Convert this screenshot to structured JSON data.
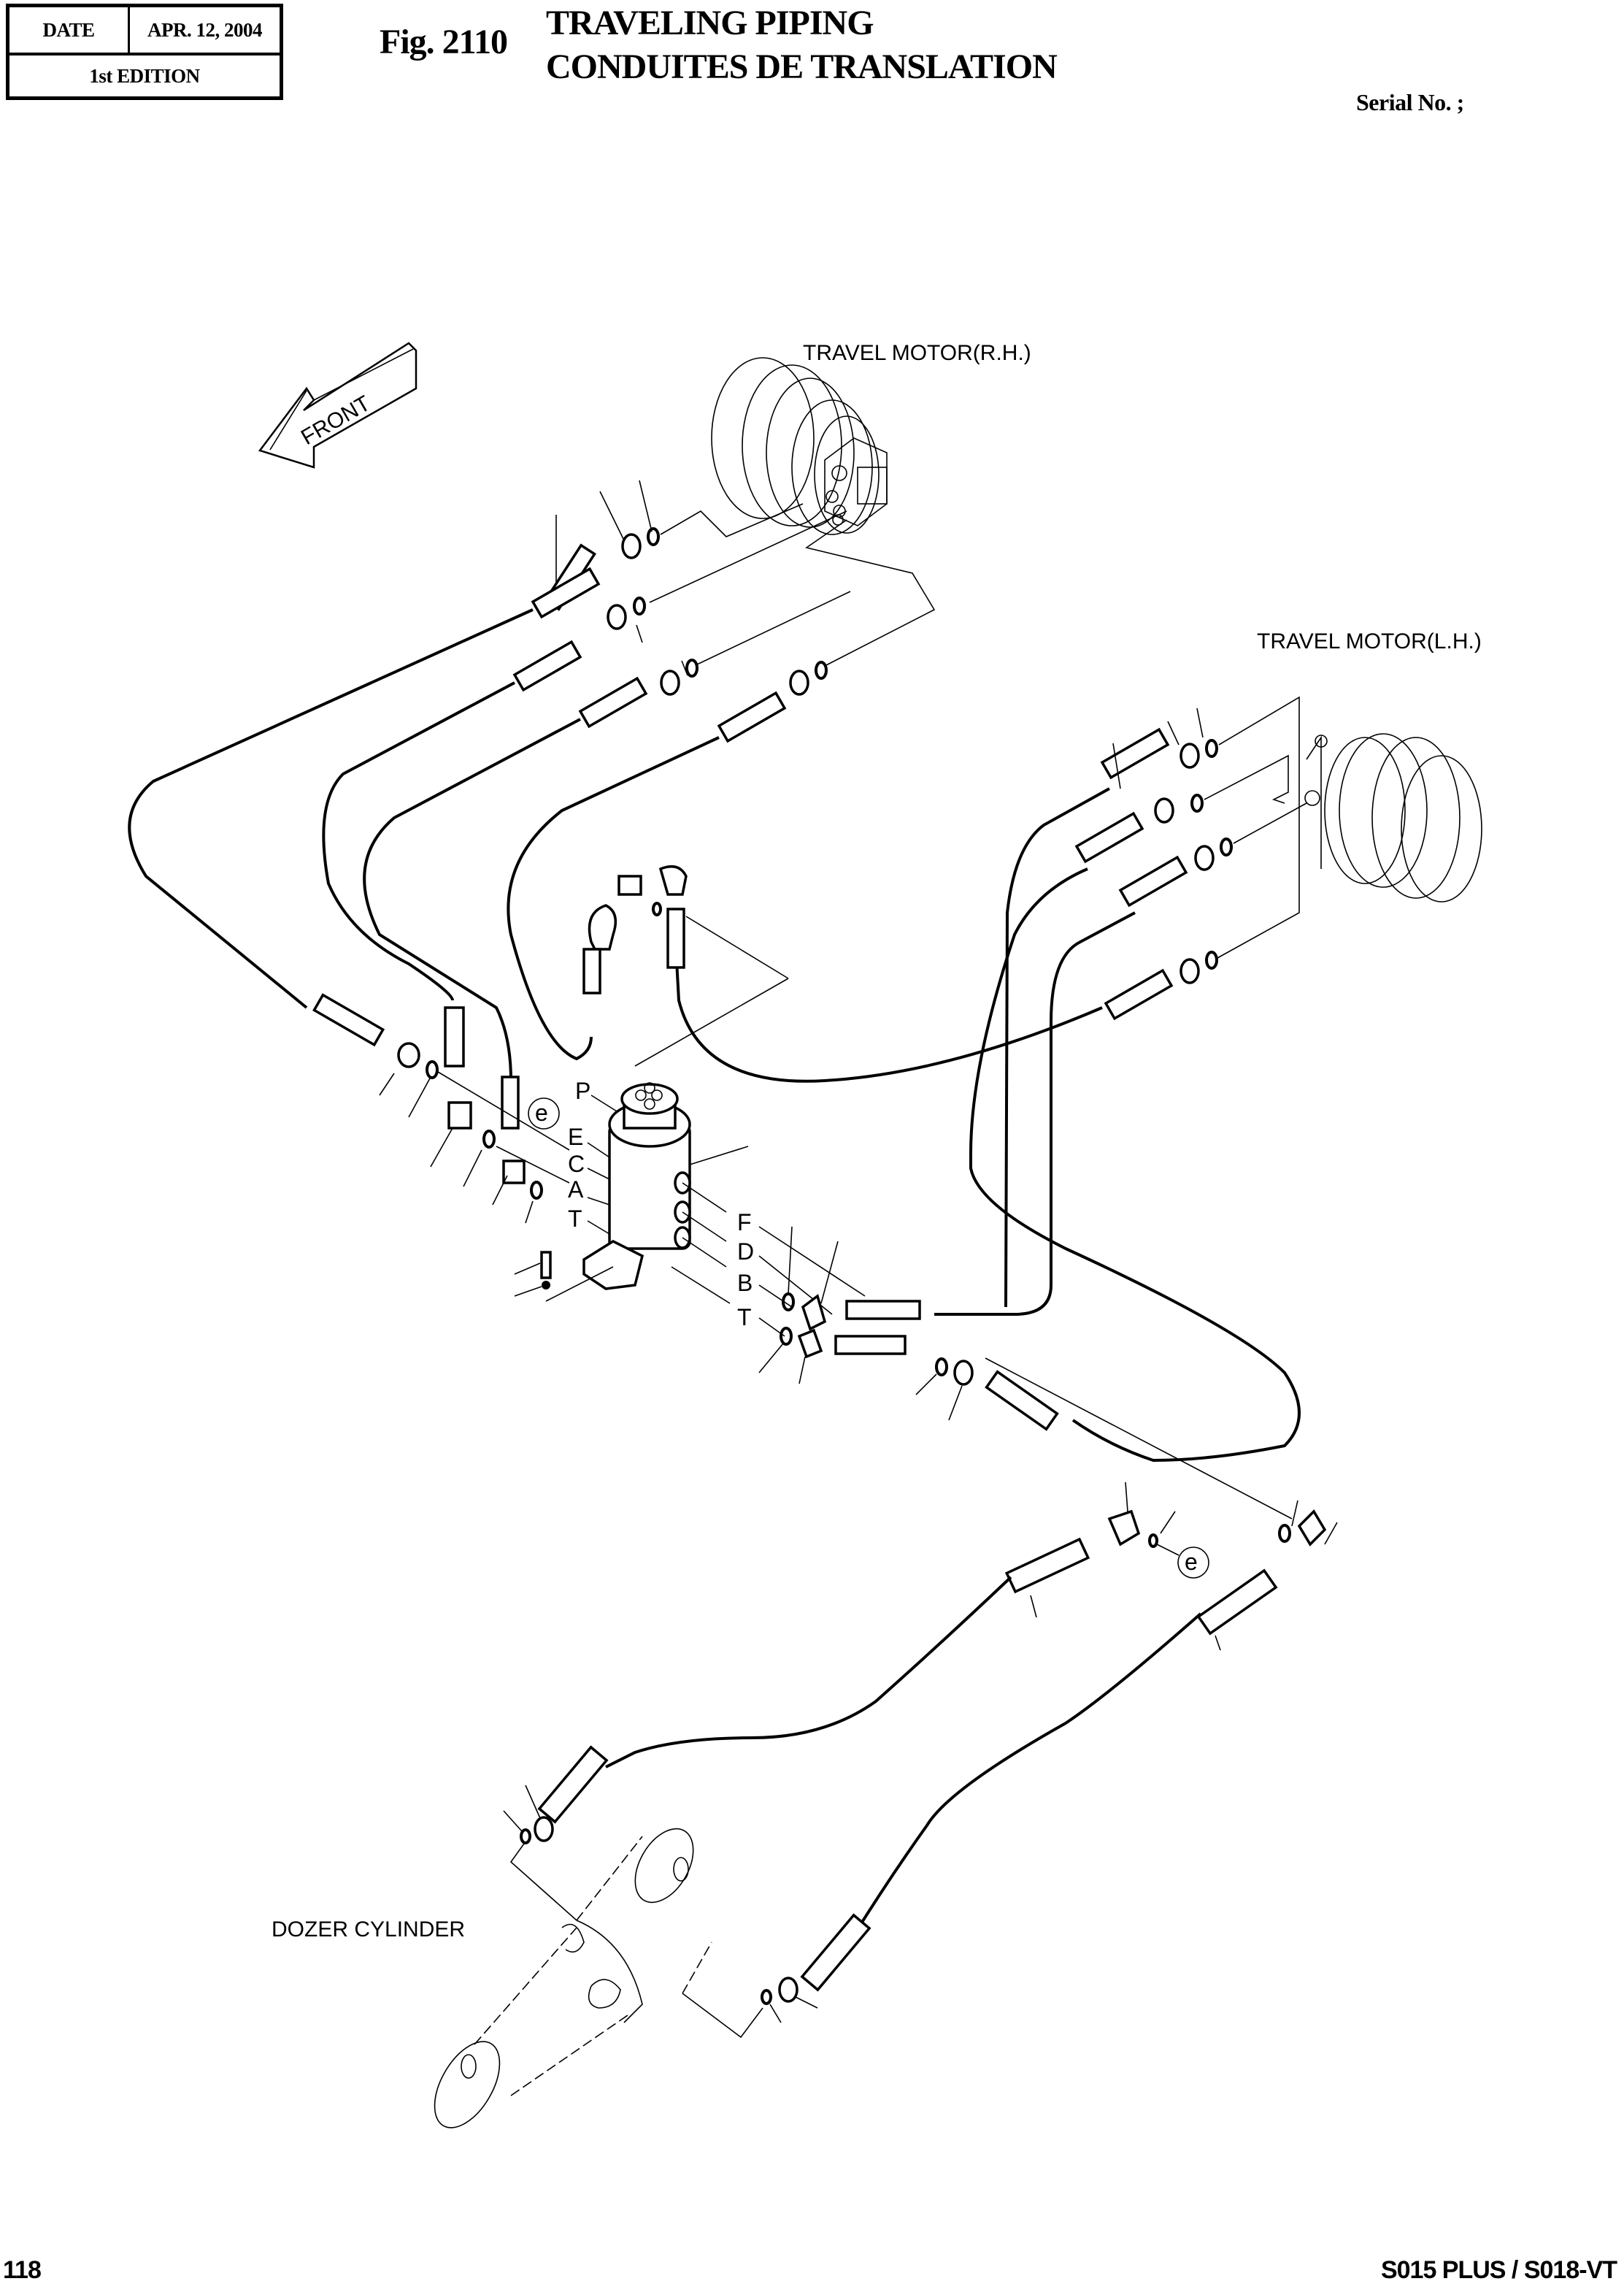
{
  "header": {
    "date_label": "DATE",
    "date_value": "APR. 12, 2004",
    "edition": "1st EDITION",
    "figure_number": "Fig. 2110",
    "title_en": "TRAVELING PIPING",
    "title_fr": "CONDUITES DE TRANSLATION",
    "serial_label": "Serial No. ;"
  },
  "drawing": {
    "front_arrow_label": "FRONT",
    "labels": {
      "travel_motor_rh": "TRAVEL MOTOR(R.H.)",
      "travel_motor_lh": "TRAVEL MOTOR(L.H.)",
      "dozer_cylinder": "DOZER CYLINDER"
    },
    "swivel_ports_left": [
      "P",
      "E",
      "C",
      "A",
      "T"
    ],
    "swivel_ports_right": [
      "F",
      "D",
      "B",
      "T"
    ],
    "reference_callouts": [
      "e",
      "e"
    ]
  },
  "footer": {
    "page_number": "118",
    "model": "S015 PLUS / S018-VT"
  }
}
